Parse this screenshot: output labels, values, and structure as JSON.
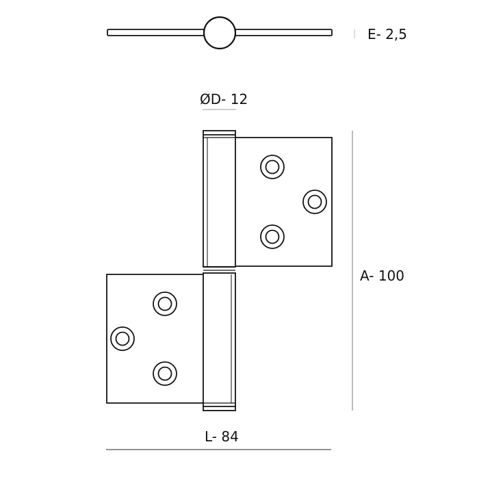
{
  "diagram": {
    "dimensions": {
      "thickness": "E- 2,5",
      "diameter": "ØD- 12",
      "height": "A- 100",
      "length": "L- 84"
    },
    "colors": {
      "stroke": "#111111",
      "dimension_line": "#777777",
      "background": "#ffffff"
    }
  }
}
